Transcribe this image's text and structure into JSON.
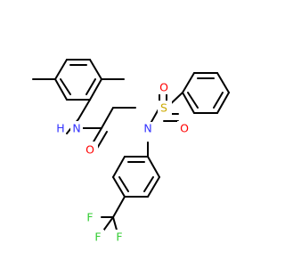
{
  "colors": {
    "background": "#ffffff",
    "bond": "#000000",
    "N": "#3333ff",
    "O": "#ff0000",
    "S": "#ccaa00",
    "F": "#33cc33"
  },
  "labels": {
    "nh": "N",
    "nh_h": "H",
    "o_amide": "O",
    "n_sulfonamide": "N",
    "s": "S",
    "o_s1": "O",
    "o_s2": "O",
    "f1": "F",
    "f2": "F",
    "f3": "F"
  }
}
